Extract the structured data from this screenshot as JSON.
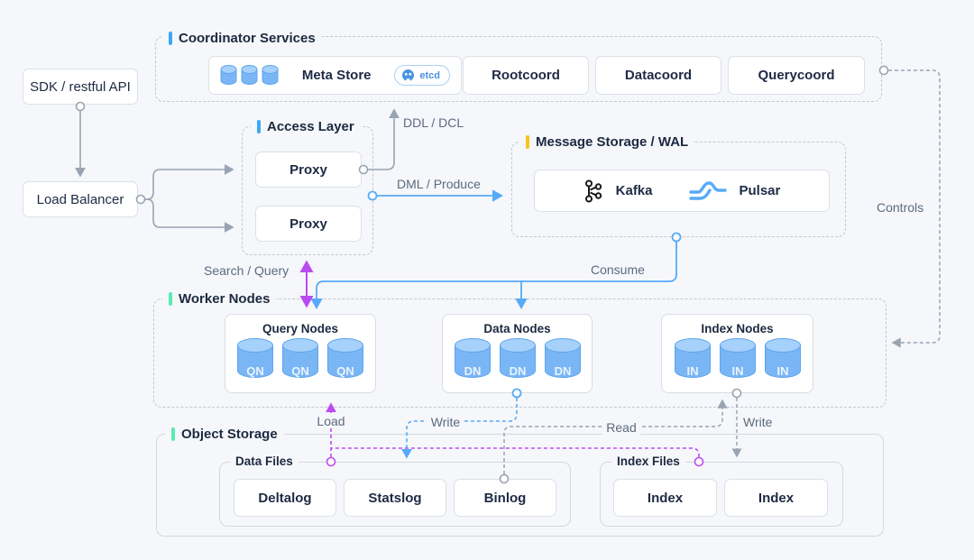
{
  "colors": {
    "background": "#f5f7fa",
    "accent_blue": "#3da8f5",
    "accent_yellow": "#f5c51d",
    "accent_green": "#5beab2",
    "line_gray": "#9aa3b2",
    "line_blue": "#57aaf8",
    "line_purple": "#bb4bf0",
    "cylinder_body": "#7ab6f5",
    "cylinder_top": "#a6d1fa"
  },
  "client": {
    "sdk_label": "SDK / restful API",
    "load_balancer_label": "Load Balancer"
  },
  "coordinator": {
    "title": "Coordinator Services",
    "meta_store": {
      "label": "Meta Store",
      "badge": "etcd"
    },
    "services": [
      "Rootcoord",
      "Datacoord",
      "Querycoord"
    ]
  },
  "access_layer": {
    "title": "Access Layer",
    "proxy1": "Proxy",
    "proxy2": "Proxy"
  },
  "message_storage": {
    "title": "Message Storage / WAL",
    "kafka": "Kafka",
    "pulsar": "Pulsar"
  },
  "worker_nodes": {
    "title": "Worker Nodes",
    "query": {
      "title": "Query Nodes",
      "node": "QN"
    },
    "data": {
      "title": "Data Nodes",
      "node": "DN"
    },
    "index": {
      "title": "Index Nodes",
      "node": "IN"
    }
  },
  "object_storage": {
    "title": "Object Storage",
    "data_files": {
      "title": "Data Files",
      "files": [
        "Deltalog",
        "Statslog",
        "Binlog"
      ]
    },
    "index_files": {
      "title": "Index Files",
      "files": [
        "Index",
        "Index"
      ]
    }
  },
  "edge_labels": {
    "ddl": "DDL / DCL",
    "dml": "DML / Produce",
    "search": "Search / Query",
    "consume": "Consume",
    "controls": "Controls",
    "load": "Load",
    "write_data": "Write",
    "read": "Read",
    "write_index": "Write"
  }
}
